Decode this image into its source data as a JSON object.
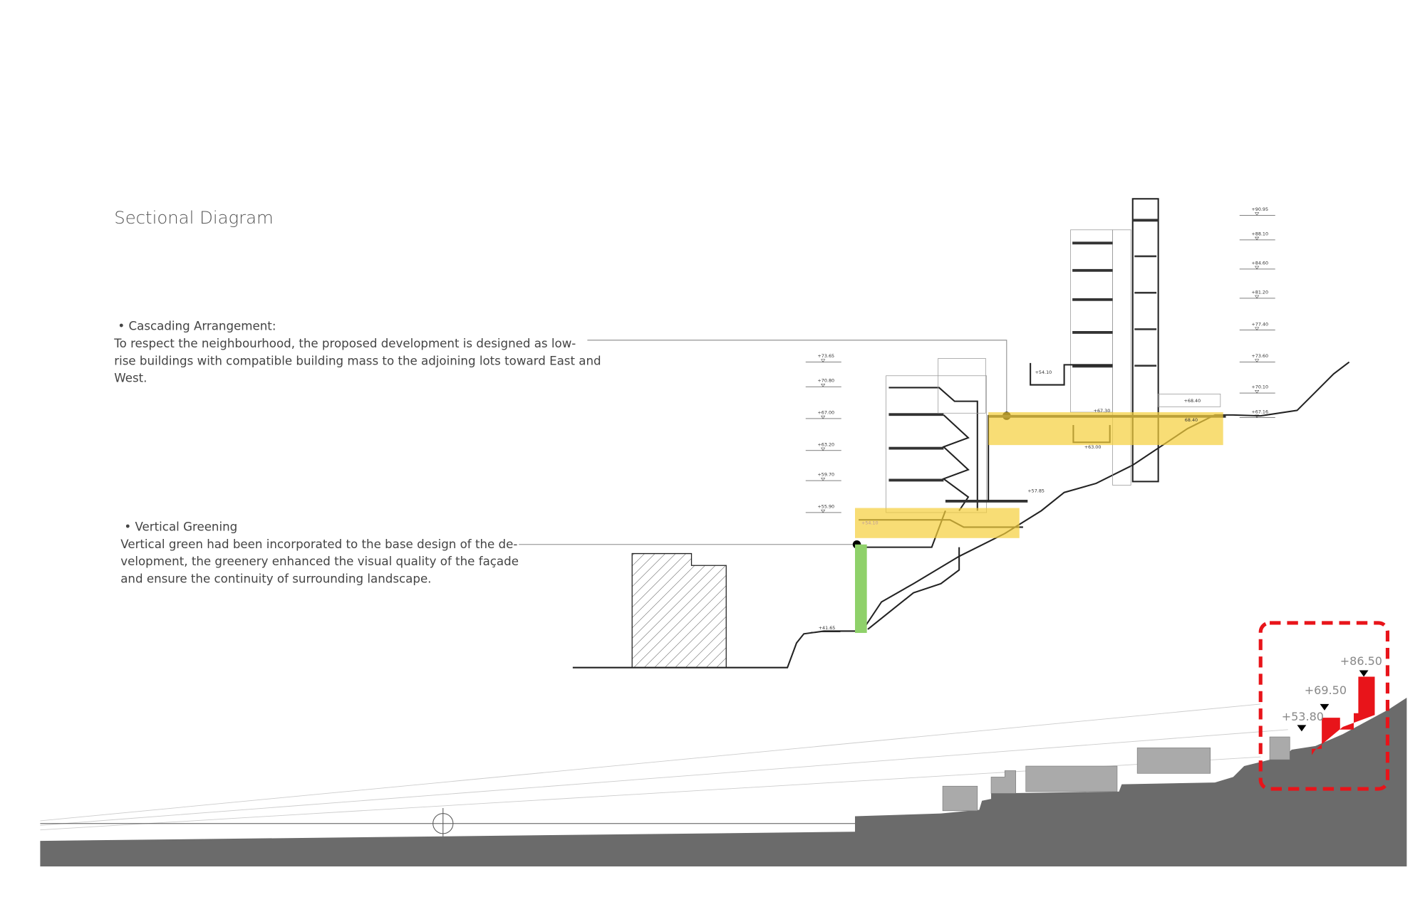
{
  "title": "Sectional Diagram",
  "notes": [
    {
      "heading": "• Cascading Arrangement:",
      "lines": [
        "To respect the neighbourhood, the proposed development is designed as low-",
        "rise buildings with compatible building mass to the adjoining lots toward East and",
        "West."
      ]
    },
    {
      "heading": "• Vertical Greening",
      "lines": [
        "Vertical green had been incorporated to the base design of the de-",
        "velopment, the greenery enhanced the visual quality of the façade",
        "and ensure the continuity of surrounding landscape."
      ]
    }
  ],
  "levels_left": [
    "+73.65",
    "+70.80",
    "+67.00",
    "+63.20",
    "+59.70",
    "+55.90"
  ],
  "levels_right": [
    "+90.95",
    "+88.10",
    "+84.60",
    "+81.20",
    "+77.40",
    "+73.60",
    "+70.10",
    "+67.16"
  ],
  "levels_inner": {
    "ground": "+41.65",
    "upper_box": "+54.10",
    "roof_garden": "+68.40",
    "bridge": "+67.30",
    "bridge_highlight": "68.40",
    "lower_bridge": "+63.00",
    "podium": "+57.85",
    "base_highlight": "+54.10"
  },
  "site_levels": [
    "+86.50",
    "+69.50",
    "+53.80"
  ],
  "colors": {
    "highlight": "#f5cf3a",
    "greening": "#8fd16a",
    "focus": "#e8141a",
    "ground": "#6b6b6b"
  }
}
